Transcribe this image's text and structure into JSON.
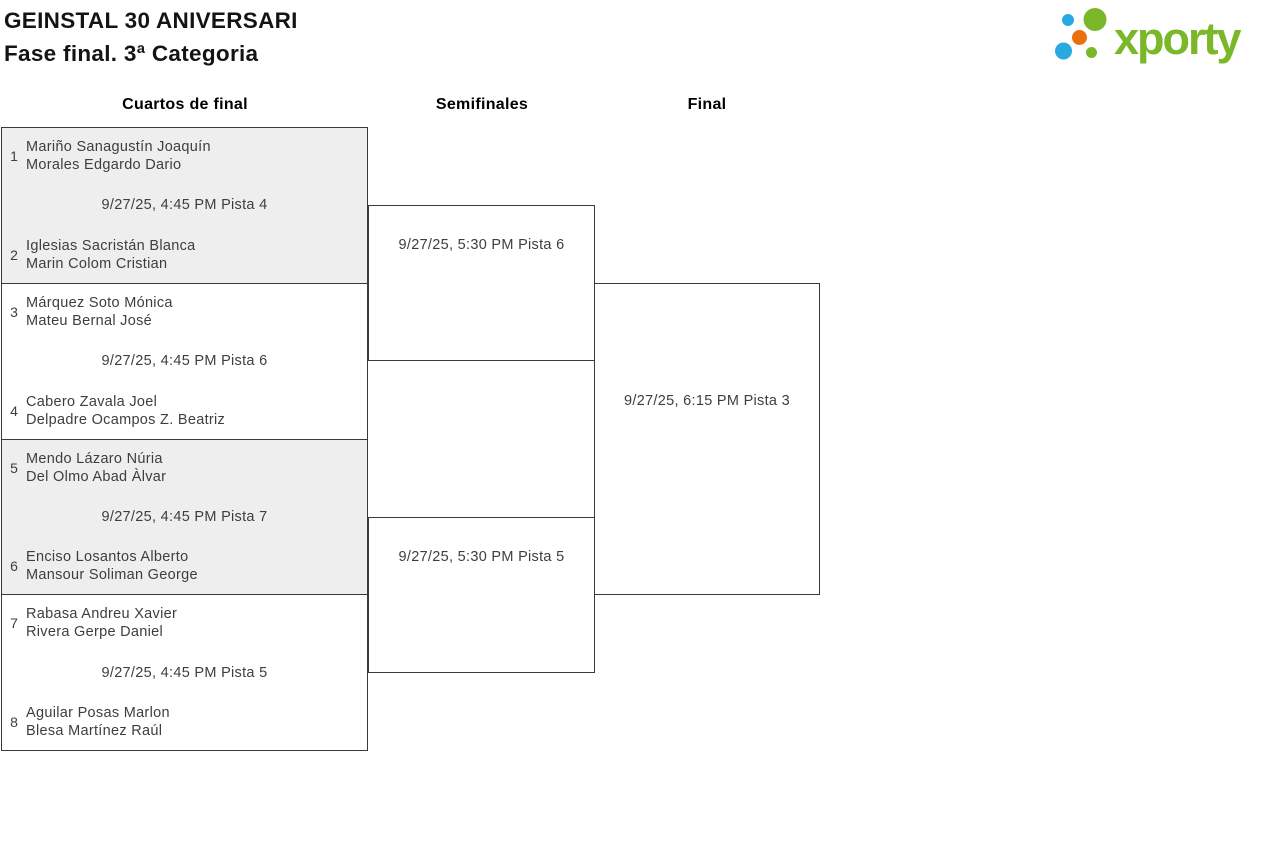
{
  "header": {
    "title_line1": "GEINSTAL 30 ANIVERSARI",
    "title_line2": "Fase final. 3ª Categoria",
    "logo_text": "xporty"
  },
  "columns": [
    {
      "label": "Cuartos de final"
    },
    {
      "label": "Semifinales"
    },
    {
      "label": "Final"
    }
  ],
  "quarterfinals": [
    {
      "time": "9/27/25, 4:45 PM Pista 4",
      "top": {
        "seed": "1",
        "player1": "Mariño Sanagustín Joaquín",
        "player2": "Morales Edgardo Dario"
      },
      "bottom": {
        "seed": "2",
        "player1": "Iglesias Sacristán Blanca",
        "player2": "Marin Colom Cristian"
      }
    },
    {
      "time": "9/27/25, 4:45 PM Pista 6",
      "top": {
        "seed": "3",
        "player1": "Márquez Soto Mónica",
        "player2": "Mateu Bernal José"
      },
      "bottom": {
        "seed": "4",
        "player1": "Cabero Zavala Joel",
        "player2": "Delpadre Ocampos Z. Beatriz"
      }
    },
    {
      "time": "9/27/25, 4:45 PM Pista 7",
      "top": {
        "seed": "5",
        "player1": "Mendo Lázaro Núria",
        "player2": "Del Olmo Abad Àlvar"
      },
      "bottom": {
        "seed": "6",
        "player1": "Enciso Losantos Alberto",
        "player2": "Mansour Soliman George"
      }
    },
    {
      "time": "9/27/25, 4:45 PM Pista 5",
      "top": {
        "seed": "7",
        "player1": "Rabasa Andreu Xavier",
        "player2": "Rivera Gerpe Daniel"
      },
      "bottom": {
        "seed": "8",
        "player1": "Aguilar Posas Marlon",
        "player2": "Blesa Martínez Raúl"
      }
    }
  ],
  "semifinals": [
    {
      "time": "9/27/25, 5:30 PM Pista 6"
    },
    {
      "time": "9/27/25, 5:30 PM Pista 5"
    }
  ],
  "final": {
    "time": "9/27/25, 6:15 PM Pista 3"
  },
  "colors": {
    "logo_green": "#7ab829",
    "logo_blue": "#29a9e1",
    "logo_orange": "#e8710d",
    "bracket_border": "#3a3a3a",
    "shaded_cell": "#eeeeee",
    "text": "#3e3e3e"
  }
}
